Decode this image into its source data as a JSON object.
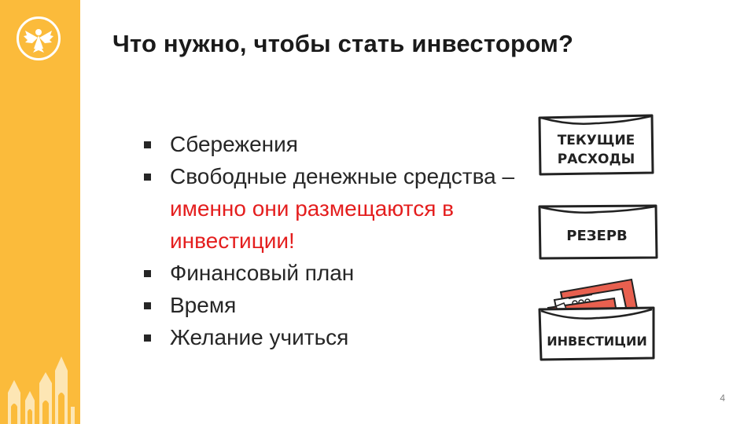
{
  "slide": {
    "title": "Что нужно, чтобы стать инвестором?",
    "page_number": "4"
  },
  "bullets": [
    {
      "text": "Сбережения"
    },
    {
      "text": "Свободные денежные средства – ",
      "highlight": "именно они размещаются в инвестиции!"
    },
    {
      "text": "Финансовый план"
    },
    {
      "text": "Время"
    },
    {
      "text": "Желание учиться"
    }
  ],
  "envelopes": [
    {
      "label_line1": "ТЕКУЩИЕ",
      "label_line2": "РАСХОДЫ"
    },
    {
      "label": "РЕЗЕРВ"
    },
    {
      "label": "ИНВЕСТИЦИИ"
    }
  ],
  "colors": {
    "sidebar": "#fbbb3b",
    "accent_red": "#e41e1e",
    "money_red": "#e8604f",
    "text": "#262626"
  },
  "icons": [
    "bank-of-russia-eagle-logo-icon",
    "city-skyline-icon"
  ]
}
